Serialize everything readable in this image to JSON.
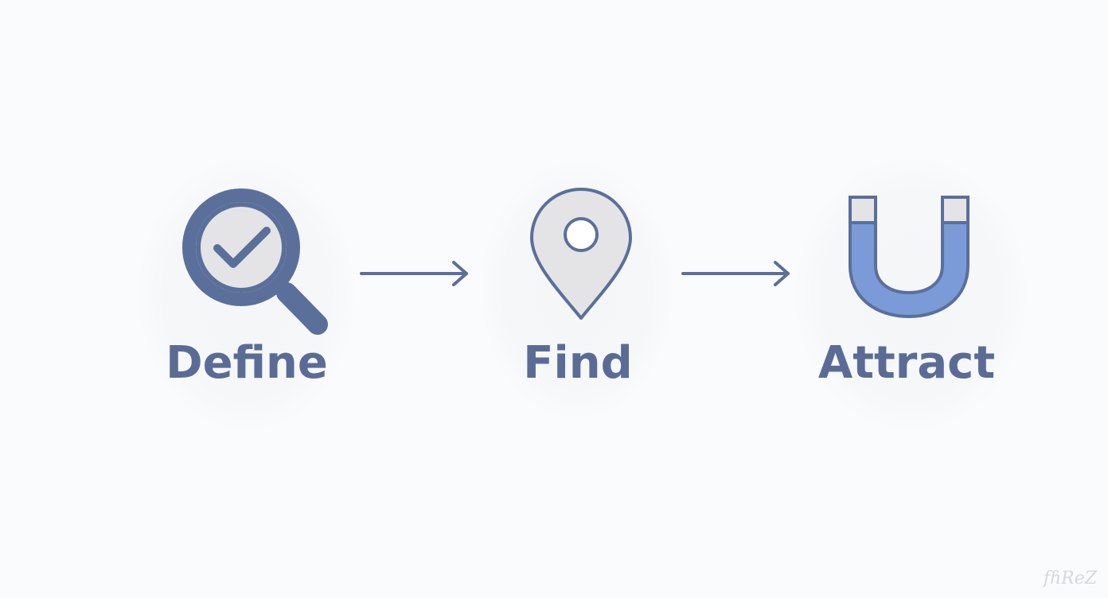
{
  "steps": [
    {
      "label": "Define",
      "icon": "magnifier-check-icon"
    },
    {
      "label": "Find",
      "icon": "map-pin-icon"
    },
    {
      "label": "Attract",
      "icon": "magnet-icon"
    }
  ],
  "connectors": [
    "arrow-right-icon",
    "arrow-right-icon"
  ],
  "watermark": "fɦReZ",
  "colors": {
    "background": "#fafbfc",
    "stroke": "#5b6f9b",
    "text": "#5a6c96",
    "fill_light": "#e4e4e6",
    "magnet_blue": "#7b9ad8",
    "watermark": "#b8bcc4"
  }
}
